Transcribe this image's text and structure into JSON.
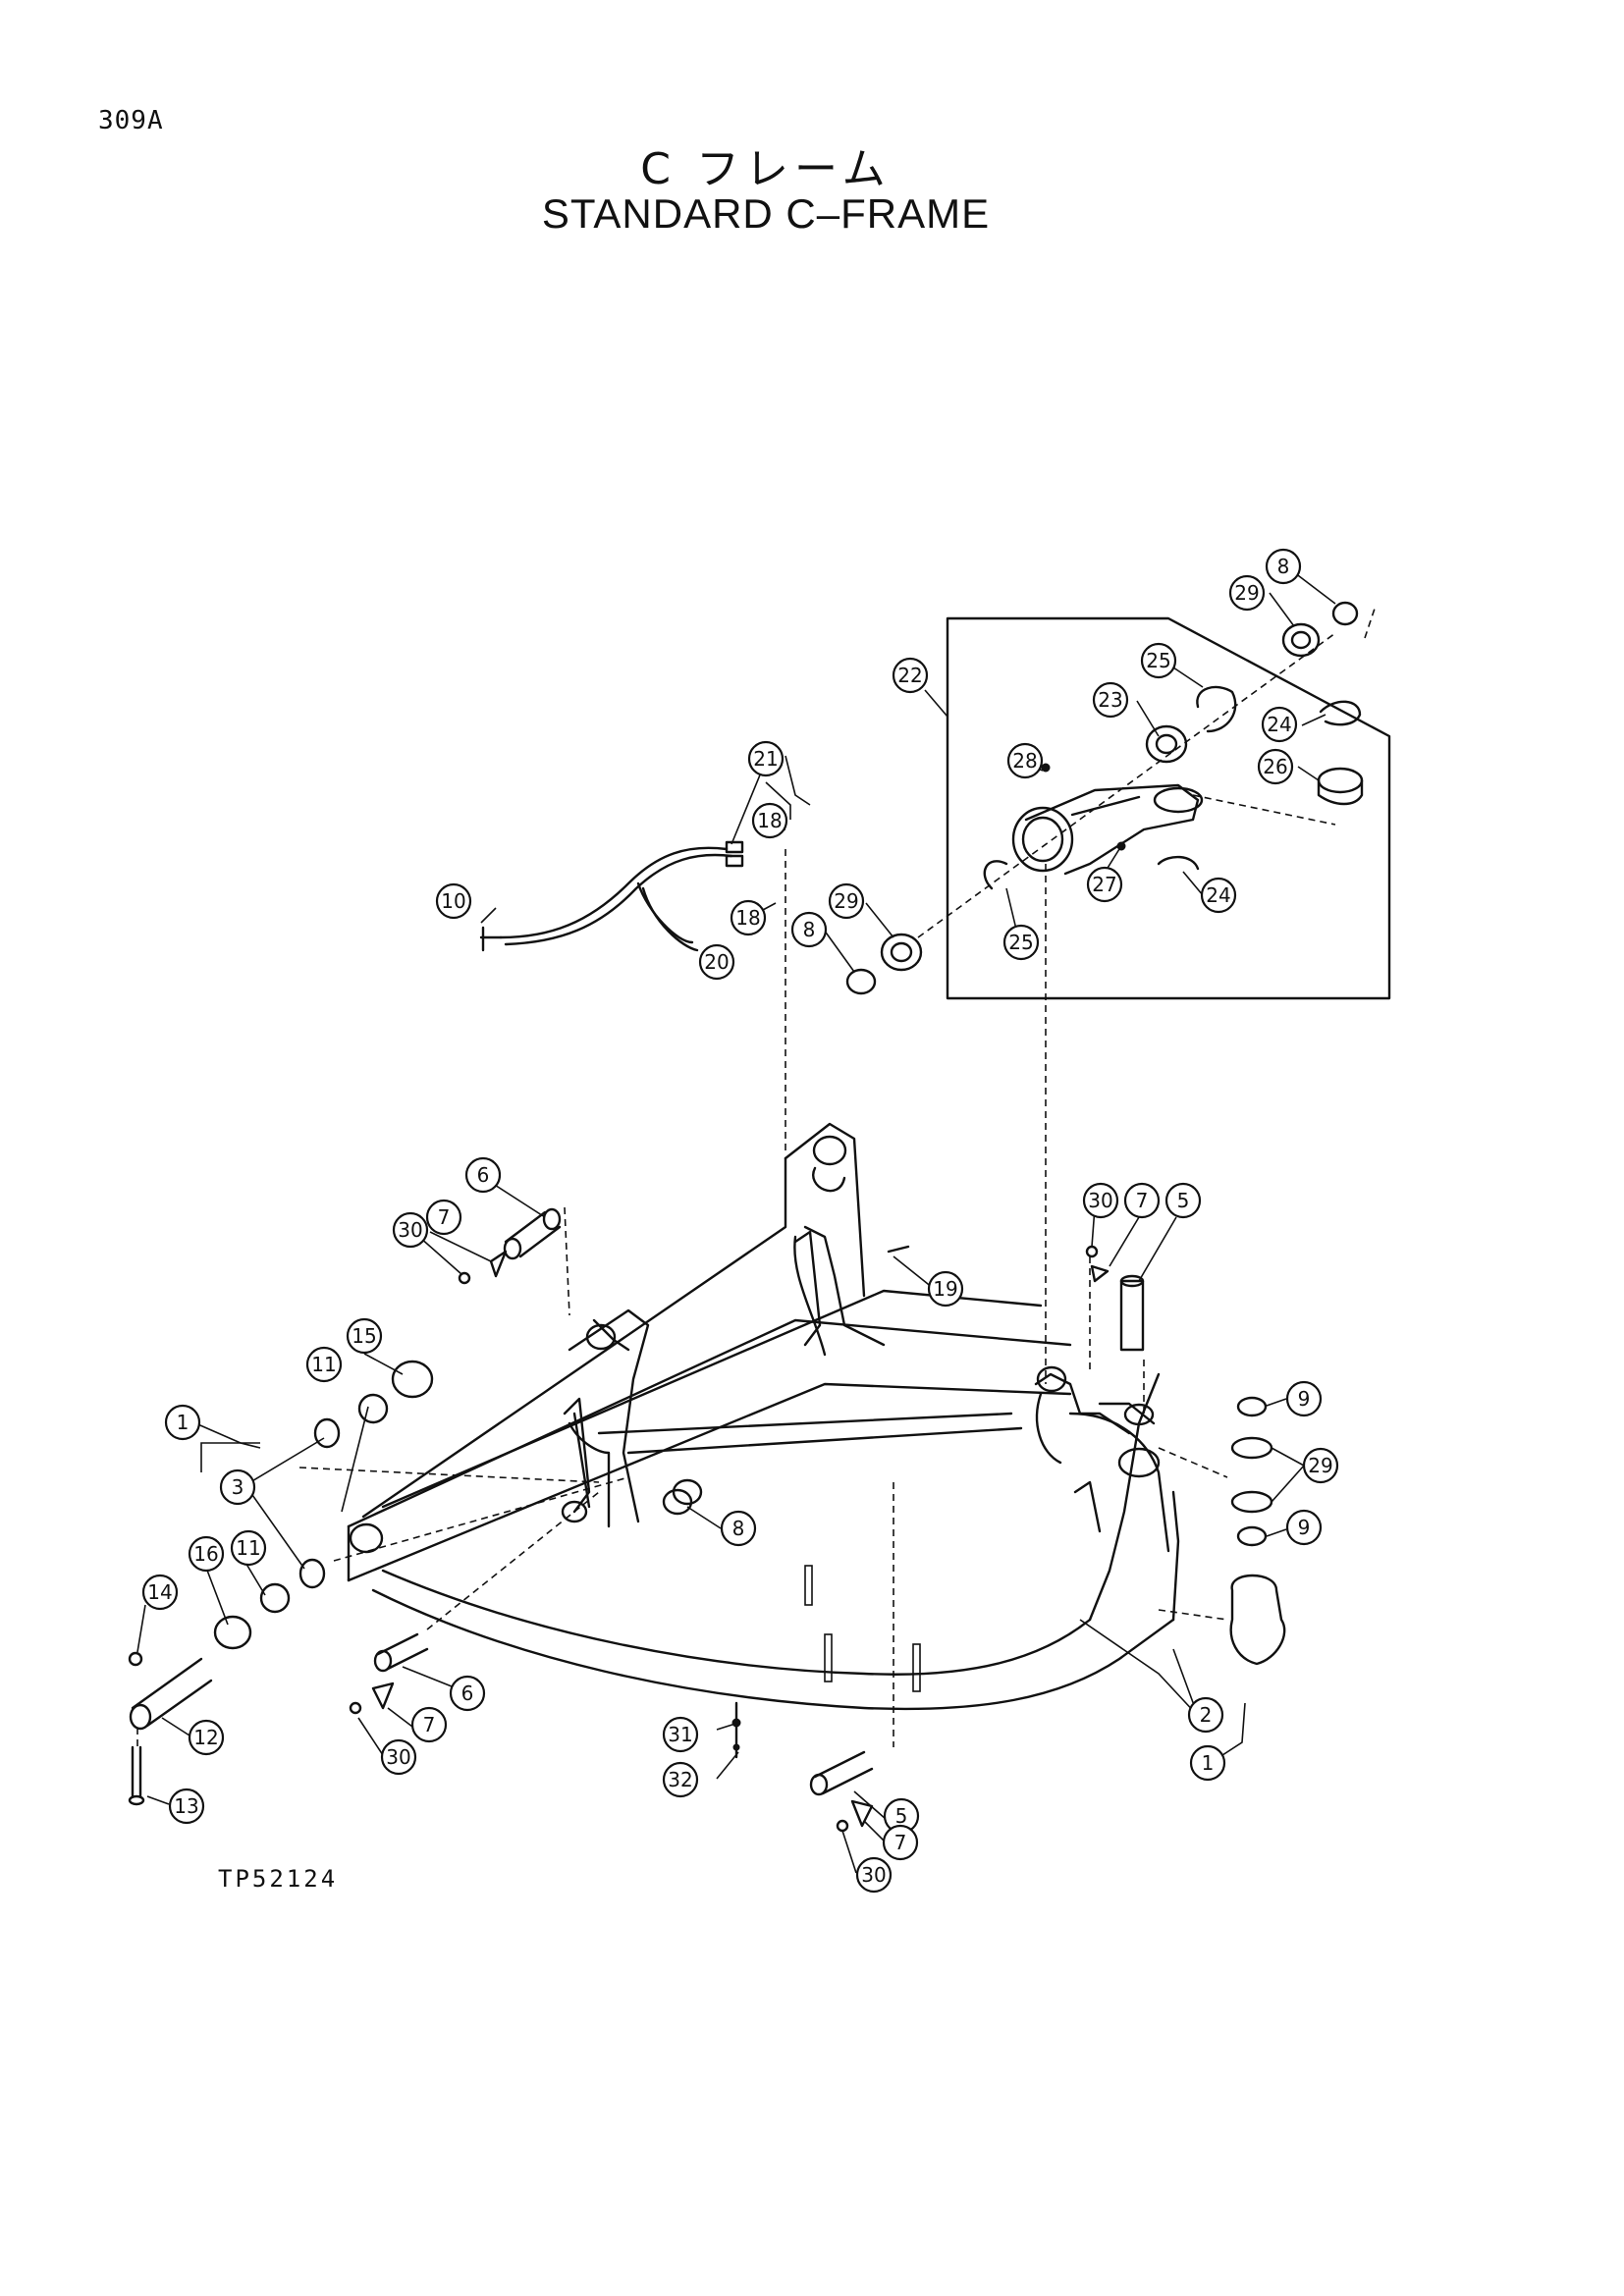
{
  "page": {
    "page_number": "309A",
    "title_japanese": "C フレーム",
    "title_english": "STANDARD C–FRAME",
    "reference_code": "TP52124"
  },
  "callouts": [
    {
      "id": "c1a",
      "label": "1"
    },
    {
      "id": "c1b",
      "label": "1"
    },
    {
      "id": "c2",
      "label": "2"
    },
    {
      "id": "c3",
      "label": "3"
    },
    {
      "id": "c5a",
      "label": "5"
    },
    {
      "id": "c5b",
      "label": "5"
    },
    {
      "id": "c6a",
      "label": "6"
    },
    {
      "id": "c6b",
      "label": "6"
    },
    {
      "id": "c7a",
      "label": "7"
    },
    {
      "id": "c7b",
      "label": "7"
    },
    {
      "id": "c7c",
      "label": "7"
    },
    {
      "id": "c7d",
      "label": "7"
    },
    {
      "id": "c8a",
      "label": "8"
    },
    {
      "id": "c8b",
      "label": "8"
    },
    {
      "id": "c8c",
      "label": "8"
    },
    {
      "id": "c9a",
      "label": "9"
    },
    {
      "id": "c9b",
      "label": "9"
    },
    {
      "id": "c10",
      "label": "10"
    },
    {
      "id": "c11a",
      "label": "11"
    },
    {
      "id": "c11b",
      "label": "11"
    },
    {
      "id": "c12",
      "label": "12"
    },
    {
      "id": "c13",
      "label": "13"
    },
    {
      "id": "c14",
      "label": "14"
    },
    {
      "id": "c15",
      "label": "15"
    },
    {
      "id": "c16",
      "label": "16"
    },
    {
      "id": "c18a",
      "label": "18"
    },
    {
      "id": "c18b",
      "label": "18"
    },
    {
      "id": "c19",
      "label": "19"
    },
    {
      "id": "c20",
      "label": "20"
    },
    {
      "id": "c21",
      "label": "21"
    },
    {
      "id": "c22",
      "label": "22"
    },
    {
      "id": "c23",
      "label": "23"
    },
    {
      "id": "c24a",
      "label": "24"
    },
    {
      "id": "c24b",
      "label": "24"
    },
    {
      "id": "c25a",
      "label": "25"
    },
    {
      "id": "c25b",
      "label": "25"
    },
    {
      "id": "c26",
      "label": "26"
    },
    {
      "id": "c27",
      "label": "27"
    },
    {
      "id": "c28",
      "label": "28"
    },
    {
      "id": "c29a",
      "label": "29"
    },
    {
      "id": "c29b",
      "label": "29"
    },
    {
      "id": "c29c",
      "label": "29"
    },
    {
      "id": "c30a",
      "label": "30"
    },
    {
      "id": "c30b",
      "label": "30"
    },
    {
      "id": "c30c",
      "label": "30"
    },
    {
      "id": "c30d",
      "label": "30"
    },
    {
      "id": "c31",
      "label": "31"
    },
    {
      "id": "c32",
      "label": "32"
    }
  ]
}
